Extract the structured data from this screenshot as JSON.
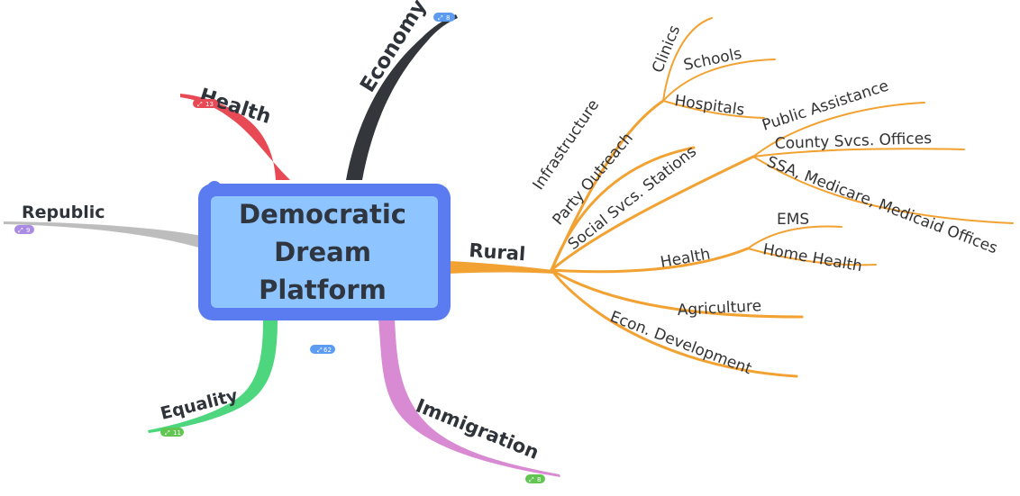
{
  "center": {
    "lines": [
      "Democratic",
      "Dream",
      "Platform"
    ],
    "badge": "62"
  },
  "branches": {
    "economy": {
      "label": "Economy",
      "badge": "8",
      "color": "#33363b"
    },
    "health": {
      "label": "Health",
      "badge": "13",
      "color": "#e84a55"
    },
    "republic": {
      "label": "Republic",
      "badge": "9",
      "color": "#bdbdbd",
      "badge_color": "#a98be4"
    },
    "equality": {
      "label": "Equality",
      "badge": "11",
      "color": "#4dd67d",
      "badge_color": "#62c552"
    },
    "immigration": {
      "label": "Immigration",
      "badge": "8",
      "color": "#d88bd3",
      "badge_color": "#62c552"
    },
    "rural": {
      "label": "Rural",
      "color": "#f2a232"
    }
  },
  "rural": {
    "infrastructure": {
      "label": "Infrastructure",
      "children": [
        "Clinics",
        "Schools",
        "Hospitals"
      ]
    },
    "party_outreach": {
      "label": "Party Outreach"
    },
    "social_svcs": {
      "label": "Social Svcs. Stations",
      "children": [
        "Public Assistance",
        "County Svcs. Offices",
        "SSA, Medicare, Medicaid Offices"
      ]
    },
    "health": {
      "label": "Health",
      "children": [
        "EMS",
        "Home Health"
      ]
    },
    "agriculture": {
      "label": "Agriculture"
    },
    "econ_dev": {
      "label": "Econ. Development"
    }
  },
  "colors": {
    "center_fill": "#8ec4ff",
    "center_border": "#5b7bf0",
    "badge_blue": "#5b9bf0"
  }
}
